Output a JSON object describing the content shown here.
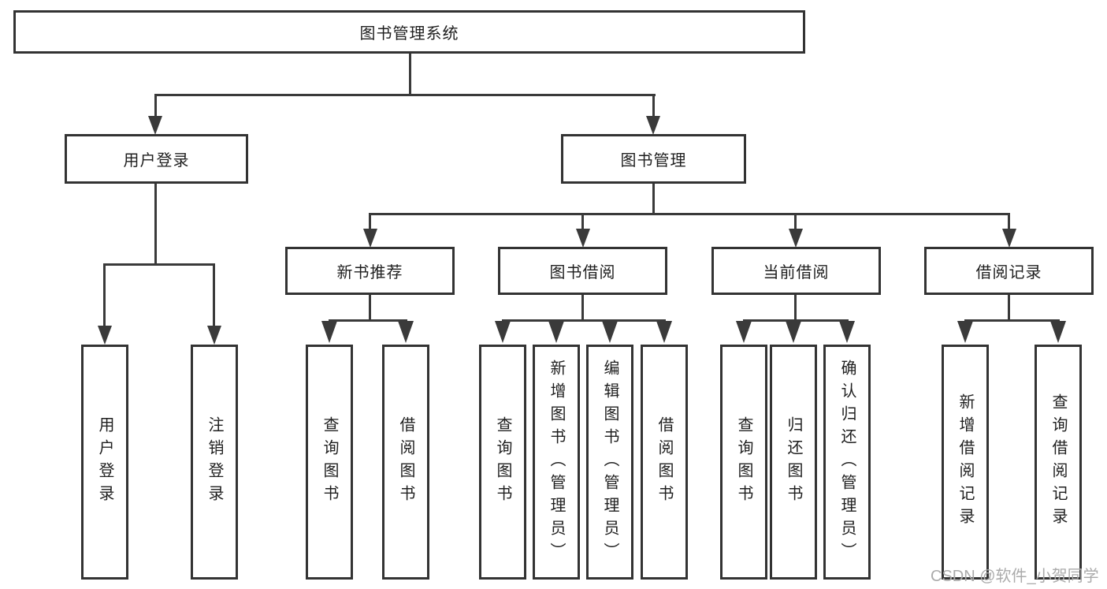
{
  "diagram": {
    "root": "图书管理系统",
    "level2": [
      "用户登录",
      "图书管理"
    ],
    "level3": [
      "新书推荐",
      "图书借阅",
      "当前借阅",
      "借阅记录"
    ],
    "leaves": {
      "user_login": [
        "用户登录",
        "注销登录"
      ],
      "new_book": [
        "查询图书",
        "借阅图书"
      ],
      "book_borrow": [
        "查询图书",
        "新增图书（管理员）",
        "编辑图书（管理员）",
        "借阅图书"
      ],
      "current_borrow": [
        "查询图书",
        "归还图书",
        "确认归还（管理员）"
      ],
      "borrow_record": [
        "新增借阅记录",
        "查询借阅记录"
      ]
    },
    "watermark": "CSDN @软件_小贺同学",
    "colors": {
      "border": "#333333",
      "line": "#3a3a3a",
      "text": "#1f1f1f",
      "watermark": "#ababab",
      "background": "#ffffff"
    }
  }
}
